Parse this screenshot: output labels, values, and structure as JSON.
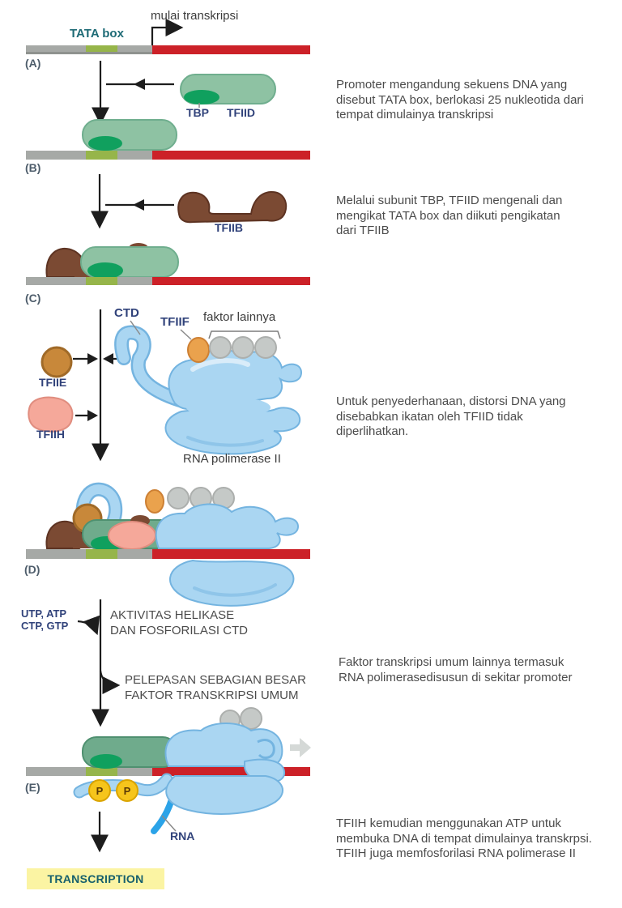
{
  "figure": {
    "top": {
      "start_label": "mulai transkripsi",
      "tata_label": "TATA box"
    },
    "panels": {
      "a": {
        "id": "(A)",
        "tbp": "TBP",
        "tfiid": "TFIID",
        "caption": [
          "Promoter mengandung sekuens DNA yang",
          "disebut TATA box, berlokasi 25 nukleotida dari",
          "tempat dimulainya transkripsi"
        ]
      },
      "b": {
        "id": "(B)",
        "tfiib": "TFIIB",
        "caption": [
          "Melalui subunit TBP, TFIID mengenali dan",
          "mengikat TATA box dan diikuti pengikatan",
          "dari TFIIB"
        ]
      },
      "c": {
        "id": "(C)",
        "ctd": "CTD",
        "tfiif": "TFIIF",
        "faktor": "faktor lainnya",
        "tfiie": "TFIIE",
        "tfiih": "TFIIH",
        "rna_pol": "RNA polimerase II",
        "caption": [
          "Untuk penyederhanaan, distorsi DNA yang",
          "disebabkan ikatan oleh TFIID tidak",
          "diperlihatkan."
        ]
      },
      "d": {
        "id": "(D)",
        "caption": [
          "Faktor transkripsi umum lainnya termasuk",
          "RNA polimerasedisusun di sekitar promoter"
        ]
      },
      "e": {
        "id": "(E)",
        "p": "P",
        "rna": "RNA",
        "transcription": "TRANSCRIPTION",
        "caption": [
          "TFIIH kemudian menggunakan ATP untuk",
          "membuka DNA di tempat dimulainya transkrpsi.",
          "TFIIH juga memfosforilasi RNA polimerase II"
        ]
      }
    },
    "steps": {
      "ntp": [
        "UTP, ATP",
        "CTP, GTP"
      ],
      "helicase": [
        "AKTIVITAS HELIKASE",
        "DAN FOSFORILASI CTD"
      ],
      "release": [
        "PELEPASAN SEBAGIAN BESAR",
        "FAKTOR TRANSKRIPSI UMUM"
      ]
    },
    "colors": {
      "dna_gray": "#a6a9a6",
      "dna_green": "#96b54a",
      "dna_red": "#cc2128",
      "tfiid_light": "#8ec2a3",
      "tfiid_dark": "#6fab8c",
      "tbp_green": "#10a05e",
      "tfiib_brown": "#7b4a33",
      "tfiie_orange": "#c8883a",
      "tfiif_orange": "#eaa24d",
      "tfiih_pink": "#f5a89a",
      "polii_blue": "#aad6f2",
      "polii_edge": "#74b4e0",
      "rna_blue": "#2ba3e8",
      "phosphate_yellow": "#f6c51c",
      "label_navy": "#30427a",
      "label_teal": "#1e6b76",
      "text_gray": "#4b4b4b",
      "highlight_yellow": "#fbf4a3"
    }
  }
}
